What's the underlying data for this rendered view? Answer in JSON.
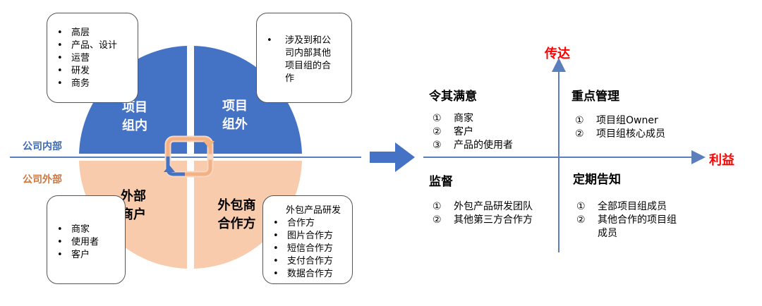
{
  "colors": {
    "inner_blue": "#4472c4",
    "outer_peach": "#f8cbad",
    "line_blue": "#5b7fbd",
    "inner_text": "#3d6ab5",
    "outer_text": "#d0763b",
    "axis_red": "#ff0000"
  },
  "quadrants": {
    "inner_project": {
      "line1": "项目",
      "line2": "组内"
    },
    "outer_project": {
      "line1": "项目",
      "line2": "组外"
    },
    "external_merchant": {
      "line1": "外部",
      "line2": "商户"
    },
    "outsourcing": {
      "line1": "外包商",
      "line2": "合作方"
    }
  },
  "side_labels": {
    "company_inside": "公司内部",
    "company_outside": "公司外部"
  },
  "boxes": {
    "top_left": [
      "高层",
      "产品、设计",
      "运营",
      "研发",
      "商务"
    ],
    "top_right": {
      "line1": "涉及到和公",
      "line2": "司内部其他",
      "line3": "项目组的合",
      "line4": "作"
    },
    "bottom_left": [
      "商家",
      "使用者",
      "客户"
    ],
    "bottom_right": {
      "heading": "外包产品研发",
      "items": [
        "合作方",
        "图片合作方",
        "短信合作方",
        "支付合作方",
        "数据合作方"
      ]
    }
  },
  "matrix": {
    "y_axis_label": "传达",
    "x_axis_label": "利益",
    "satisfy": {
      "title": "令其满意",
      "items": [
        {
          "n": "①",
          "t": "商家"
        },
        {
          "n": "②",
          "t": "客户"
        },
        {
          "n": "③",
          "t": "产品的使用者"
        }
      ]
    },
    "key_manage": {
      "title": "重点管理",
      "items": [
        {
          "n": "①",
          "t": "项目组Owner"
        },
        {
          "n": "②",
          "t": "项目组核心成员"
        }
      ]
    },
    "monitor": {
      "title": "监督",
      "items": [
        {
          "n": "①",
          "t": "外包产品研发团队"
        },
        {
          "n": "②",
          "t": "其他第三方合作方"
        }
      ]
    },
    "inform": {
      "title": "定期告知",
      "items": [
        {
          "n": "①",
          "t": "全部项目组成员"
        },
        {
          "n": "②",
          "t": "其他合作的项目组"
        }
      ],
      "wrap": "成员"
    }
  }
}
